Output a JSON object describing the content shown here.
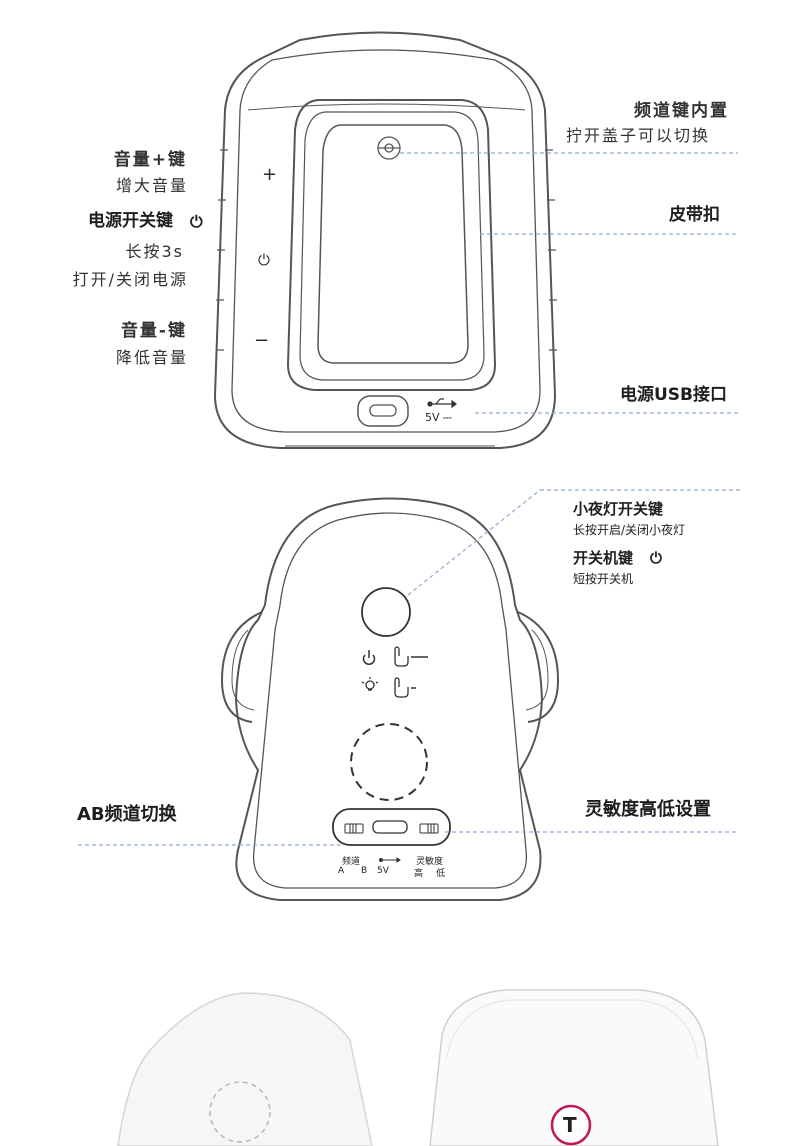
{
  "top_device": {
    "channel_key": {
      "title": "频道键内置",
      "desc": "拧开盖子可以切换"
    },
    "volume_up": {
      "title": "音量+键",
      "desc": "增大音量",
      "symbol": "+"
    },
    "power_key": {
      "title": "电源开关键",
      "desc_1": "长按3s",
      "desc_2": "打开/关闭电源",
      "symbol": "⏻"
    },
    "belt_clip": {
      "title": "皮带扣"
    },
    "volume_down": {
      "title": "音量-键",
      "desc": "降低音量",
      "symbol": "−"
    },
    "usb_port": {
      "title": "电源USB接口",
      "marking": "5V ⎓"
    }
  },
  "bottom_device": {
    "night_light_key": {
      "title": "小夜灯开关键",
      "desc": "长按开启/关闭小夜灯"
    },
    "power_key": {
      "title": "开关机键",
      "desc": "短按开关机"
    },
    "ab_channel": {
      "title": "AB频道切换"
    },
    "sensitivity": {
      "title": "灵敏度高低设置"
    },
    "small_labels": {
      "channel": "频道",
      "a": "A",
      "b": "B",
      "voltage": "5V",
      "sensitivity": "灵敏度",
      "high": "高",
      "low": "低"
    }
  },
  "bottom_photo": {
    "badge_letter": "T"
  },
  "colors": {
    "line": "#555555",
    "leader": "#8fa9d6",
    "badge": "#c2185b"
  }
}
